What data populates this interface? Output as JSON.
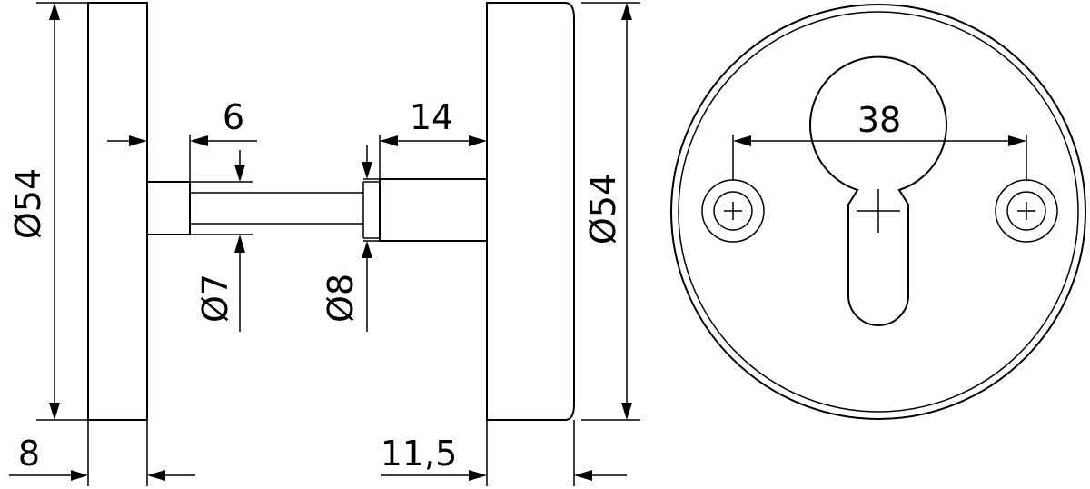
{
  "dimensions": {
    "left_rosette_diameter": "Ø54",
    "right_rosette_diameter": "Ø54",
    "left_rosette_thickness": "8",
    "right_rosette_thickness": "11,5",
    "left_spacer_length": "6",
    "right_spacer_length": "14",
    "left_bolt_diameter": "Ø7",
    "right_bolt_diameter": "Ø8",
    "screw_hole_spacing": "38"
  }
}
